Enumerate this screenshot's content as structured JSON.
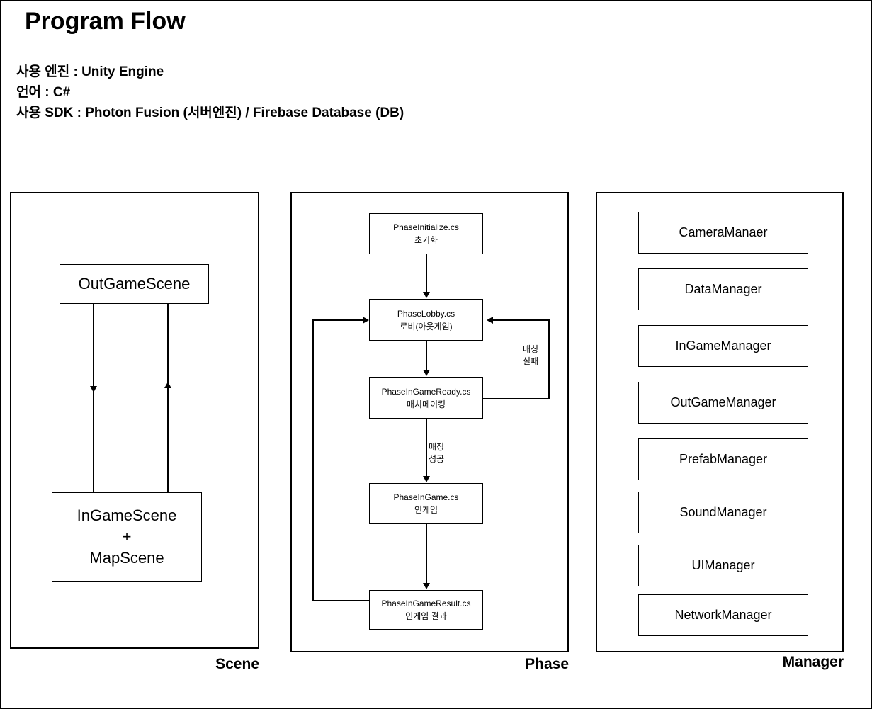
{
  "header": {
    "title": "Program Flow",
    "meta_lines": [
      "사용 엔진 : Unity Engine",
      "언어 : C#",
      "사용 SDK : Photon Fusion (서버엔진) / Firebase Database (DB)"
    ]
  },
  "panels": {
    "scene": {
      "label": "Scene",
      "nodes": {
        "out_game_scene": "OutGameScene",
        "in_game_scene_l1": "InGameScene",
        "in_game_scene_l2": "+",
        "in_game_scene_l3": "MapScene"
      }
    },
    "phase": {
      "label": "Phase",
      "nodes": {
        "initialize": {
          "file": "PhaseInitialize.cs",
          "desc": "초기화"
        },
        "lobby": {
          "file": "PhaseLobby.cs",
          "desc": "로비(아웃게임)"
        },
        "ingame_ready": {
          "file": "PhaseInGameReady.cs",
          "desc": "매치메이킹"
        },
        "ingame": {
          "file": "PhaseInGame.cs",
          "desc": "인게임"
        },
        "ingame_result": {
          "file": "PhaseInGameResult.cs",
          "desc": "인게임 결과"
        }
      },
      "edge_labels": {
        "match_fail_l1": "매칭",
        "match_fail_l2": "실패",
        "match_success_l1": "매칭",
        "match_success_l2": "성공"
      }
    },
    "manager": {
      "label": "Manager",
      "items": [
        "CameraManaer",
        "DataManager",
        "InGameManager",
        "OutGameManager",
        "PrefabManager",
        "SoundManager",
        "UIManager",
        "NetworkManager"
      ]
    }
  },
  "colors": {
    "stroke": "#000000",
    "background": "#ffffff"
  }
}
